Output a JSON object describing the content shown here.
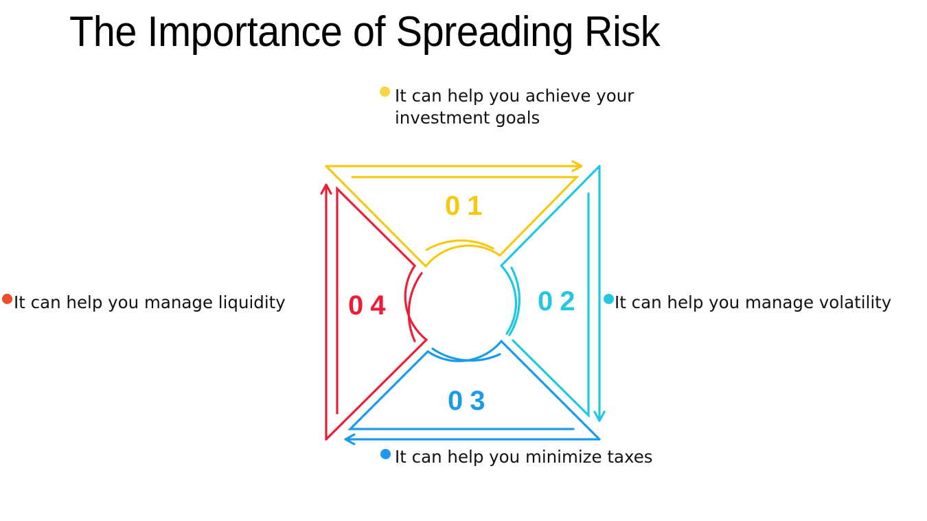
{
  "slide": {
    "title": "The Importance of Spreading Risk"
  },
  "colors": {
    "yellow": "#F7C90E",
    "cyan": "#1FC7E4",
    "blue": "#1A9BEA",
    "red": "#EE1D36",
    "bullet_yellow": "#F7D448",
    "bullet_cyan": "#20C9E0",
    "bullet_blue": "#2196F3",
    "bullet_orange": "#EE4A24"
  },
  "diagram": {
    "segments": [
      {
        "number": "01",
        "label_line1": "It can help you achieve your",
        "label_line2": "investment goals",
        "color": "yellow"
      },
      {
        "number": "02",
        "label": "It can help you manage volatility",
        "color": "cyan"
      },
      {
        "number": "03",
        "label": "It can help you minimize taxes",
        "color": "blue"
      },
      {
        "number": "04",
        "label": "It can help you manage liquidity",
        "color": "red"
      }
    ]
  }
}
